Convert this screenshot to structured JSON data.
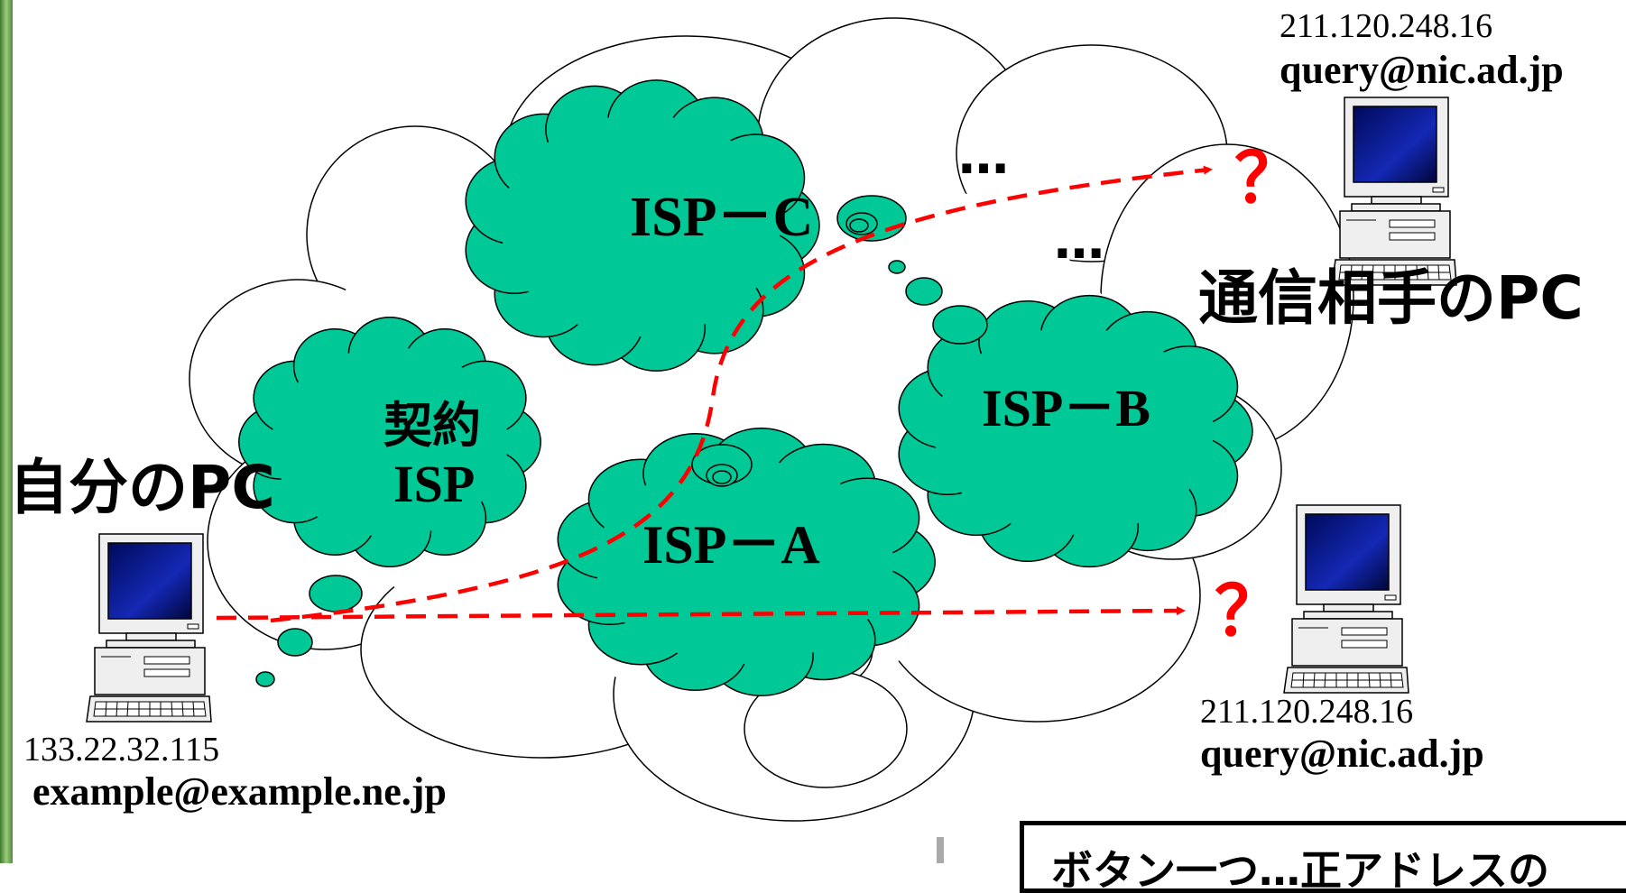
{
  "nodes": {
    "my_pc": {
      "label": "自分のPC",
      "ip": "133.22.32.115",
      "email": "example@example.ne.jp"
    },
    "partner_pc_top": {
      "label": "通信相手のPC",
      "ip": "211.120.248.16",
      "email": "query@nic.ad.jp"
    },
    "partner_pc_bottom": {
      "ip": "211.120.248.16",
      "email": "query@nic.ad.jp"
    },
    "isp_contract": {
      "line1": "契約",
      "line2": "ISP"
    },
    "isp_a": {
      "label": "ISP－A"
    },
    "isp_b": {
      "label": "ISP－B"
    },
    "isp_c": {
      "label": "ISP－C"
    }
  },
  "marks": {
    "unknown_top": "？",
    "unknown_bottom": "？",
    "ellipsis_1": "…",
    "ellipsis_2": "…"
  },
  "callout": {
    "text": "ボタン一つ…正アドレスの"
  },
  "colors": {
    "isp_fill": "#00c896",
    "route_line": "#ff0000",
    "left_bar": "#4f8a3a",
    "cloud_fill": "#ffffff"
  }
}
